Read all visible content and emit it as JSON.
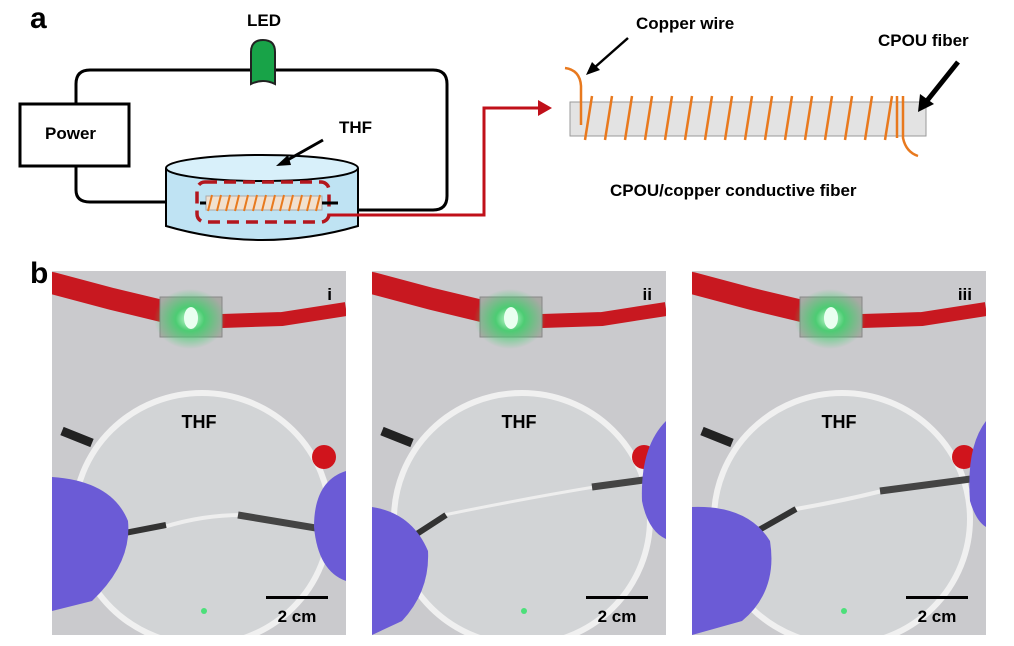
{
  "panel_a": {
    "letter": "a",
    "power_label": "Power",
    "led_label": "LED",
    "thf_label": "THF",
    "copper_wire_label": "Copper wire",
    "cpou_fiber_label": "CPOU fiber",
    "caption": "CPOU/copper conductive fiber"
  },
  "panel_b": {
    "letter": "b",
    "photos": [
      {
        "roman": "i",
        "solvent_label": "THF",
        "scale_label": "2 cm"
      },
      {
        "roman": "ii",
        "solvent_label": "THF",
        "scale_label": "2 cm"
      },
      {
        "roman": "iii",
        "solvent_label": "THF",
        "scale_label": "2 cm"
      }
    ]
  },
  "colors": {
    "led_green": "#1f9e44",
    "wire_red": "#c0101a",
    "copper": "#e8791e",
    "liquid": "#bfe3f3",
    "glove": "#6b5bd6",
    "clip_red": "#d0141c"
  }
}
